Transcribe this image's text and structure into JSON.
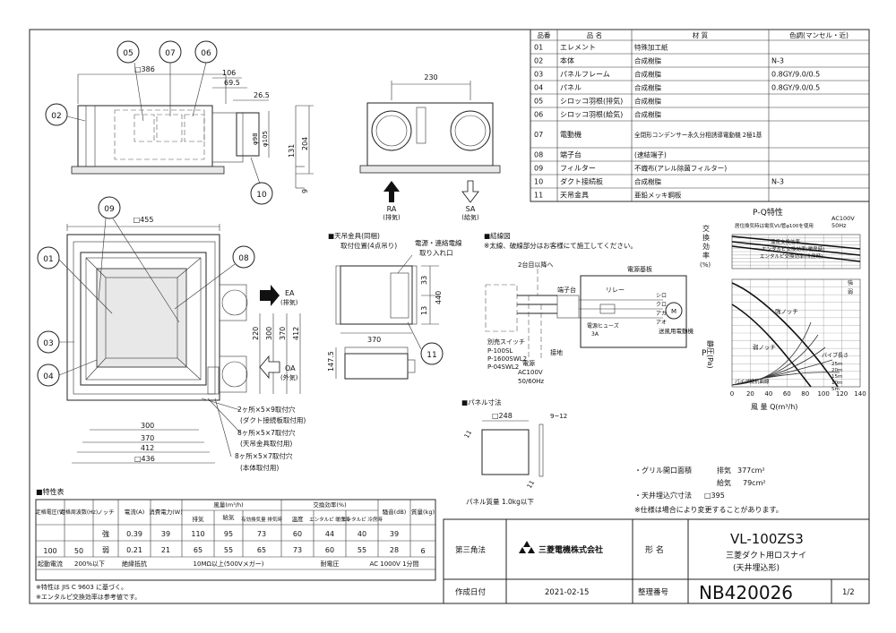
{
  "parts_table": {
    "headers": [
      "品番",
      "品 名",
      "材 質",
      "色調(マンセル・近)"
    ],
    "rows": [
      [
        "01",
        "エレメント",
        "特殊加工紙",
        ""
      ],
      [
        "02",
        "本体",
        "合成樹脂",
        "N-3"
      ],
      [
        "03",
        "パネルフレーム",
        "合成樹脂",
        "0.8GY/9.0/0.5"
      ],
      [
        "04",
        "パネル",
        "合成樹脂",
        "0.8GY/9.0/0.5"
      ],
      [
        "05",
        "シロッコ羽根(排気)",
        "合成樹脂",
        ""
      ],
      [
        "06",
        "シロッコ羽根(給気)",
        "合成樹脂",
        ""
      ],
      [
        "07",
        "電動機",
        "全閉形コンデンサー永久分相誘導電動機 2極1基",
        ""
      ],
      [
        "08",
        "端子台",
        "(速結端子)",
        ""
      ],
      [
        "09",
        "フィルター",
        "不織布(アレル除菌フィルター)",
        ""
      ],
      [
        "10",
        "ダクト接続板",
        "合成樹脂",
        "N-3"
      ],
      [
        "11",
        "天吊金具",
        "亜鉛メッキ鋼板",
        ""
      ]
    ]
  },
  "top_view": {
    "callouts": [
      "05",
      "07",
      "06",
      "02",
      "10"
    ],
    "dims": [
      "□386",
      "106",
      "69.5",
      "26.5",
      "φ98",
      "φ105",
      "204",
      "131",
      "9"
    ]
  },
  "side_view": {
    "dim": "230",
    "ra_label": "RA",
    "ra_sub": "(排気)",
    "sa_label": "SA",
    "sa_sub": "(給気)"
  },
  "plan_view": {
    "callouts": [
      "09",
      "01",
      "08",
      "03",
      "04"
    ],
    "dims": [
      "□455",
      "300",
      "370",
      "412",
      "□436",
      "220",
      "300",
      "370",
      "412"
    ],
    "ea_label": "EA",
    "ea_sub": "(排気)",
    "oa_label": "OA",
    "oa_sub": "(外気)",
    "notes": [
      "2ヶ所×5×9取付穴",
      "(ダクト接続板取付用)",
      "8ヶ所×5×7取付穴",
      "(天吊金具取付用)",
      "8ヶ所×5×7取付穴",
      "(本体取付用)"
    ]
  },
  "bracket": {
    "title": "■天吊金具(同梱)",
    "subtitle": "取付位置(4点吊り)",
    "power_note": "電源・連絡電線",
    "power_note2": "取り入れ口",
    "dims": [
      "33",
      "13",
      "440",
      "370",
      "147.5"
    ],
    "callout": "11"
  },
  "wiring": {
    "title": "■結線図",
    "note": "※太線、破線部分はお客様にて施工してください。",
    "labels": [
      "2台目以降へ",
      "電源基板",
      "端子台",
      "リレー",
      "別売スイッチ",
      "P-100SL",
      "P-1600SWL2",
      "P-04SWL2",
      "電源",
      "AC100V",
      "50/60Hz",
      "送風用電動機",
      "M",
      "電源ヒューズ",
      "3A",
      "接地",
      "シロ",
      "クロ",
      "アカ",
      "アオ"
    ]
  },
  "panel": {
    "title": "■パネル寸法",
    "dims": [
      "□248",
      "9~12",
      "11",
      "11"
    ],
    "weight": "パネル質量 1.0kg以下"
  },
  "pq_chart": {
    "title": "P-Q特性",
    "ac": "AC100V",
    "hz": "50Hz",
    "left_label_1": "交",
    "left_label_2": "換",
    "left_label_3": "効",
    "left_label_4": "率",
    "left_label_5": "(%)",
    "pressure_label": "静圧(Pa)",
    "p_label": "P",
    "xlabel": "風 量 Q(m³/h)",
    "xticks": [
      "0",
      "20",
      "40",
      "60",
      "80",
      "100",
      "120",
      "140"
    ],
    "legend_note": "居住換気時は電気VU管φ100を使用",
    "curve_labels": [
      "温度交換効率",
      "エンタルピ交換効率(暖房時)",
      "エンタルピ交換効率(冷房時)",
      "強ノッチ",
      "弱ノッチ",
      "パイプ長さ",
      "パイプ抵抗曲線"
    ],
    "pipe_lengths": [
      "25m",
      "20m",
      "15m",
      "10m",
      "5m"
    ],
    "notch_labels": [
      "強",
      "弱"
    ]
  },
  "notes_right": {
    "grille_label": "・グリル開口面積",
    "exhaust_label": "排気",
    "exhaust_value": "377cm²",
    "supply_label": "給気",
    "supply_value": "79cm²",
    "ceiling_label": "・天井埋込穴寸法",
    "ceiling_value": "□395",
    "spec_note": "※仕様は場合により変更することがあります。"
  },
  "spec_table": {
    "title": "■特性表",
    "head1": [
      "定格電圧(V)",
      "定格周波数(Hz)",
      "ノッチ",
      "電流(A)",
      "消費電力(W)",
      "風量(m³/h)",
      "交換効率(%)",
      "騒音(dB)",
      "質量(kg)"
    ],
    "airflow_sub": [
      "排気",
      "給気",
      "有効換気量 排気時"
    ],
    "eff_sub": [
      "温度",
      "エンタルピ 暖房時",
      "エンタルピ 冷房時"
    ],
    "voltage": "100",
    "freq": "50",
    "mass": "6",
    "rows": [
      {
        "notch": "強",
        "current": "0.39",
        "power": "39",
        "exhaust": "110",
        "supply": "95",
        "effective": "73",
        "temp": "60",
        "heat": "44",
        "cool": "40",
        "noise": "39"
      },
      {
        "notch": "弱",
        "current": "0.21",
        "power": "21",
        "exhaust": "65",
        "supply": "55",
        "effective": "65",
        "temp": "73",
        "heat": "60",
        "cool": "55",
        "noise": "28"
      }
    ],
    "footer": {
      "start_current_label": "起動電流",
      "start_current": "200%以下",
      "insulation_label": "絶縁抵抗",
      "insulation": "10MΩ以上(500Vメガー)",
      "withstand_label": "耐電圧",
      "withstand": "AC 1000V 1分間"
    },
    "notes": [
      "※特性は JIS C 9603 に基づく。",
      "※エンタルピ交換効率は参考値です。"
    ]
  },
  "title_block": {
    "projection": "第三角法",
    "company": "三菱電機株式会社",
    "model_label": "形 名",
    "model": "VL-100ZS3",
    "product_1": "三菱ダクト用ロスナイ",
    "product_2": "(天井埋込形)",
    "date_label": "作成日付",
    "date": "2021-02-15",
    "number_label": "整理番号",
    "number": "NB420026",
    "page": "1/2"
  }
}
